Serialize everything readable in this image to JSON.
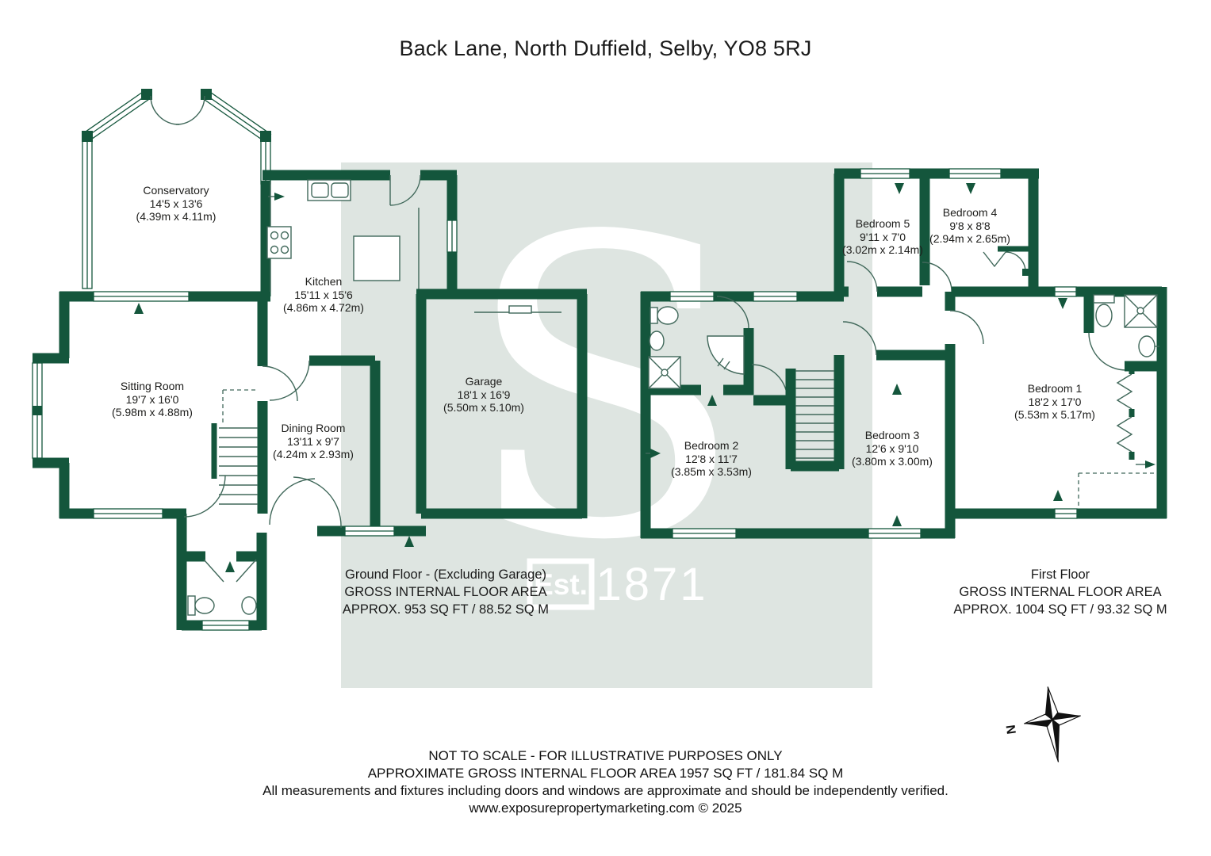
{
  "title": "Back Lane, North Duffield, Selby, YO8 5RJ",
  "watermark": {
    "letter": "S",
    "est_label": "Est.",
    "year": "1871"
  },
  "colors": {
    "wall_green": "#14563C",
    "band": "#DEE5E1"
  },
  "ground_floor": {
    "rooms": [
      {
        "name": "Conservatory",
        "dims_ft": "14'5 x 13'6",
        "dims_m": "(4.39m x 4.11m)"
      },
      {
        "name": "Kitchen",
        "dims_ft": "15'11 x 15'6",
        "dims_m": "(4.86m x 4.72m)"
      },
      {
        "name": "Sitting Room",
        "dims_ft": "19'7 x 16'0",
        "dims_m": "(5.98m x 4.88m)"
      },
      {
        "name": "Dining Room",
        "dims_ft": "13'11 x 9'7",
        "dims_m": "(4.24m x 2.93m)"
      },
      {
        "name": "Garage",
        "dims_ft": "18'1 x 16'9",
        "dims_m": "(5.50m x 5.10m)"
      }
    ],
    "summary": {
      "line1": "Ground Floor - (Excluding Garage)",
      "line2": "GROSS INTERNAL FLOOR AREA",
      "line3": "APPROX. 953 SQ FT / 88.52 SQ M"
    }
  },
  "first_floor": {
    "rooms": [
      {
        "name": "Bedroom 5",
        "dims_ft": "9'11 x 7'0",
        "dims_m": "(3.02m x 2.14m)"
      },
      {
        "name": "Bedroom 4",
        "dims_ft": "9'8 x 8'8",
        "dims_m": "(2.94m x 2.65m)"
      },
      {
        "name": "Bedroom 2",
        "dims_ft": "12'8 x 11'7",
        "dims_m": "(3.85m x 3.53m)"
      },
      {
        "name": "Bedroom 3",
        "dims_ft": "12'6 x 9'10",
        "dims_m": "(3.80m x 3.00m)"
      },
      {
        "name": "Bedroom 1",
        "dims_ft": "18'2 x 17'0",
        "dims_m": "(5.53m x 5.17m)"
      }
    ],
    "summary": {
      "line1": "First Floor",
      "line2": "GROSS INTERNAL FLOOR AREA",
      "line3": "APPROX. 1004 SQ FT / 93.32 SQ M"
    }
  },
  "footer": {
    "line1": "NOT TO SCALE - FOR ILLUSTRATIVE PURPOSES ONLY",
    "line2": "APPROXIMATE GROSS INTERNAL FLOOR AREA 1957 SQ FT / 181.84 SQ M",
    "line3": "All measurements and fixtures including doors and windows are approximate and should be independently verified.",
    "line4": "www.exposurepropertymarketing.com © 2025"
  },
  "compass": {
    "north_label": "N"
  }
}
